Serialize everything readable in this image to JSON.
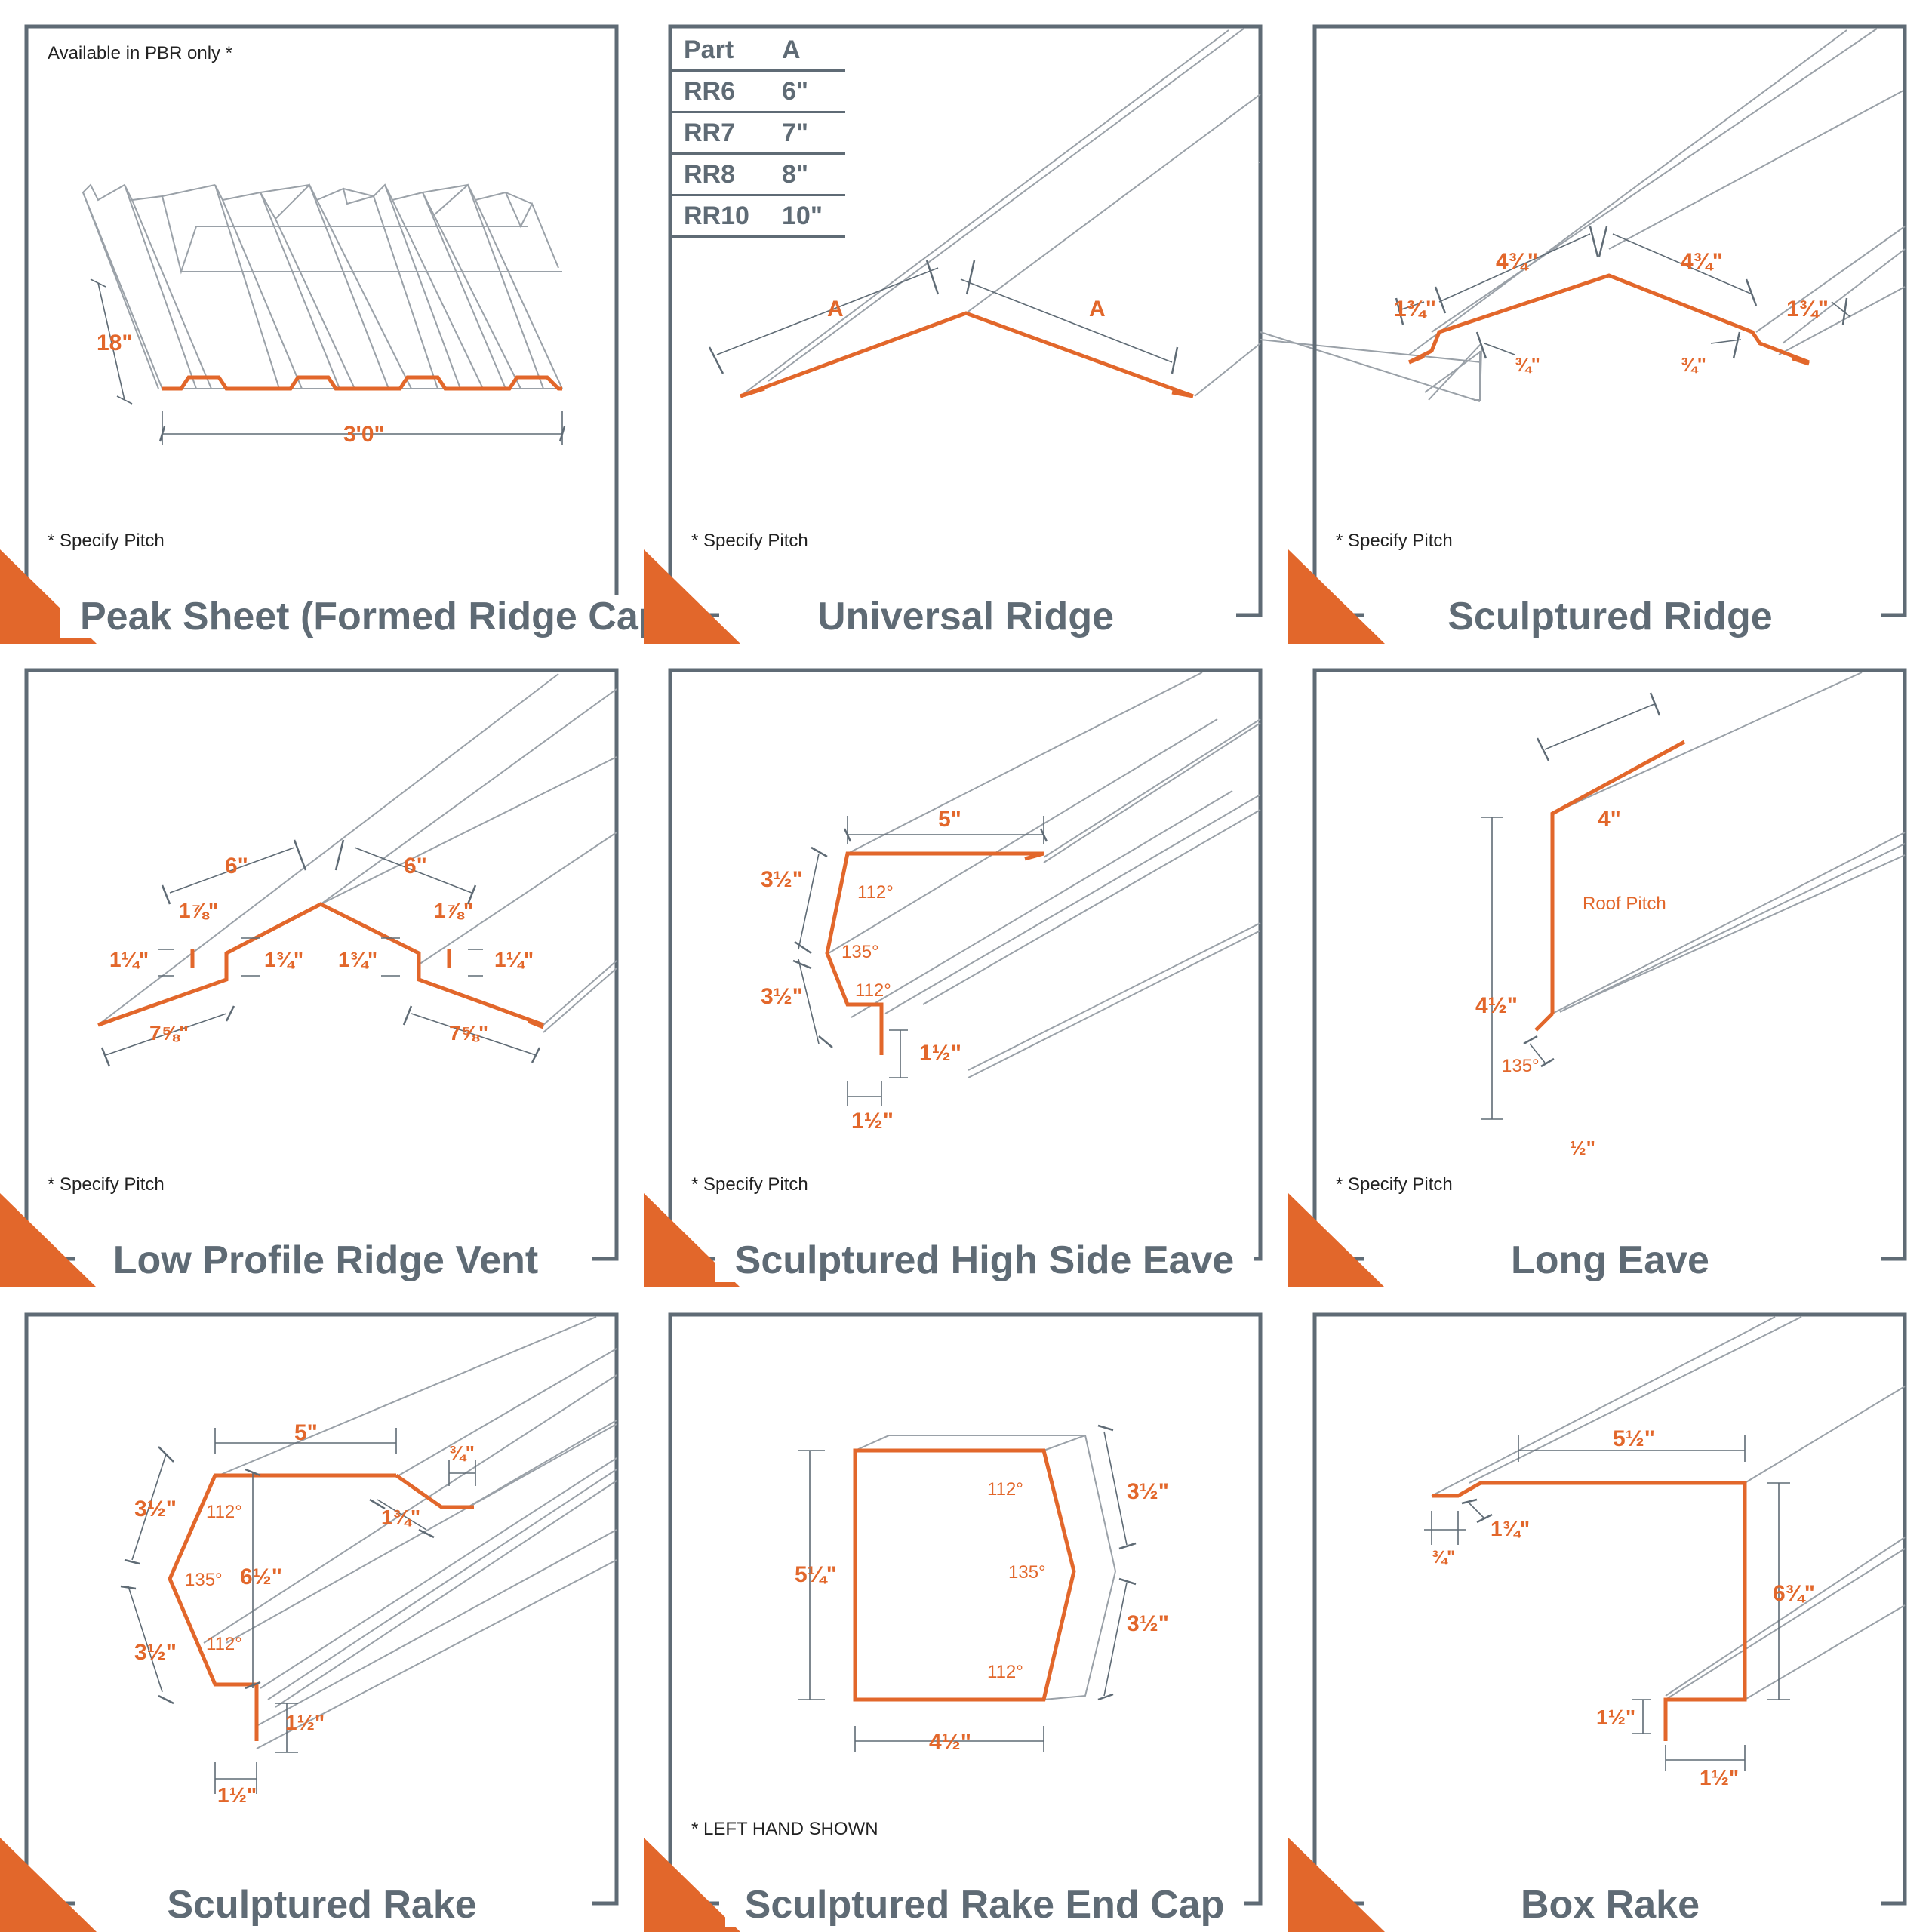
{
  "panels": [
    {
      "title": "Peak Sheet (Formed Ridge Cap)",
      "top_note": "Available in PBR only *",
      "bottom_note": "* Specify Pitch",
      "dims": [
        "18\"",
        "3'0\""
      ]
    },
    {
      "title": "Universal Ridge",
      "bottom_note": "* Specify Pitch",
      "table": {
        "headers": [
          "Part",
          "A"
        ],
        "rows": [
          [
            "RR6",
            "6\""
          ],
          [
            "RR7",
            "7\""
          ],
          [
            "RR8",
            "8\""
          ],
          [
            "RR10",
            "10\""
          ]
        ]
      },
      "dims": [
        "A",
        "A"
      ]
    },
    {
      "title": "Sculptured Ridge",
      "bottom_note": "* Specify Pitch",
      "dims": [
        "4¾\"",
        "4¾\"",
        "1¾\"",
        "1¾\"",
        "¾\"",
        "¾\""
      ]
    },
    {
      "title": "Low Profile Ridge Vent",
      "bottom_note": "* Specify Pitch",
      "dims": [
        "6\"",
        "6\"",
        "1⅞\"",
        "1⅞\"",
        "1¼\"",
        "1¾\"",
        "1¾\"",
        "1¼\"",
        "7⅝\"",
        "7⅝\""
      ]
    },
    {
      "title": "Sculptured High Side Eave",
      "bottom_note": "* Specify Pitch",
      "dims": [
        "5\"",
        "3½\"",
        "3½\"",
        "1½\"",
        "1½\""
      ],
      "angles": [
        "112°",
        "135°",
        "112°"
      ]
    },
    {
      "title": "Long Eave",
      "bottom_note": "* Specify Pitch",
      "dims": [
        "4\"",
        "4½\"",
        "½\""
      ],
      "angles": [
        "Roof Pitch",
        "135°"
      ]
    },
    {
      "title": "Sculptured Rake",
      "dims": [
        "5\"",
        "¾\"",
        "1¾\"",
        "3½\"",
        "6½\"",
        "3½\"",
        "1½\"",
        "1½\""
      ],
      "angles": [
        "112°",
        "135°",
        "112°"
      ]
    },
    {
      "title": "Sculptured Rake End Cap",
      "bottom_note": "* LEFT HAND SHOWN",
      "dims": [
        "5¼\"",
        "3½\"",
        "3½\"",
        "4½\""
      ],
      "angles": [
        "112°",
        "135°",
        "112°"
      ]
    },
    {
      "title": "Box Rake",
      "dims": [
        "5½\"",
        "1¾\"",
        "¾\"",
        "6¾\"",
        "1½\"",
        "1½\""
      ]
    }
  ],
  "colors": {
    "accent": "#e2672b",
    "frame": "#5f6b75",
    "line": "#9aa1a8"
  }
}
